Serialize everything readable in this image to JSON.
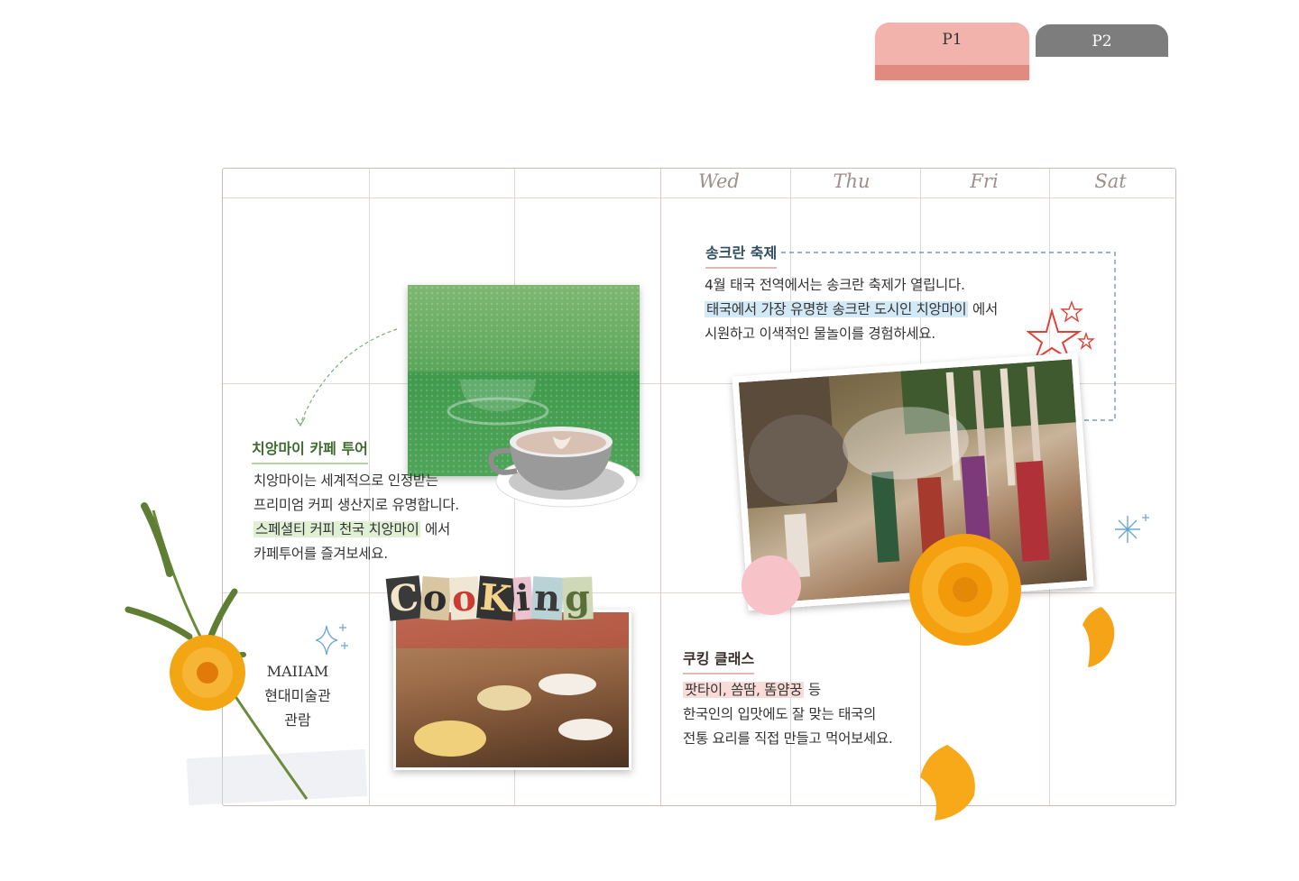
{
  "tabs": [
    {
      "label": "P1"
    },
    {
      "label": "P2"
    }
  ],
  "days": [
    "Wed",
    "Thu",
    "Fri",
    "Sat"
  ],
  "cafe": {
    "title": "치앙마이 카페 투어",
    "line1": "치앙마이는 세계적으로 인정받는",
    "line2": "프리미엄 커피 생산지로 유명합니다.",
    "highlight": "스페셜티 커피 천국 치앙마이",
    "line3_suffix": " 에서",
    "line4": "카페투어를 즐겨보세요."
  },
  "songkran": {
    "title": "송크란 축제",
    "line1": "4월 태국 전역에서는 송크란 축제가 열립니다.",
    "highlight": "태국에서 가장 유명한 송크란 도시인 치앙마이",
    "line2_suffix": " 에서",
    "line3": "시원하고 이색적인 물놀이를 경험하세요."
  },
  "cooking": {
    "label_letters": [
      "C",
      "o",
      "o",
      "K",
      "i",
      "n",
      "g"
    ],
    "title": "쿠킹 클래스",
    "highlight": "팟타이, 쏨땀, 똠얌꿍",
    "line1_suffix": " 등",
    "line2": "한국인의 입맛에도 잘 맞는 태국의",
    "line3": "전통 요리를 직접 만들고 먹어보세요."
  },
  "museum": {
    "line1": "MAIIAM",
    "line2": "현대미술관",
    "line3": "관람"
  },
  "colors": {
    "tab_active": "#f2b3ad",
    "tab_active_band": "#e08a80",
    "tab_inactive": "#7d7d7d",
    "border": "#cbbcb8",
    "green_highlight": "#dff0d5",
    "blue_highlight": "#d3e9f6",
    "pink_highlight": "#f7dcd8"
  }
}
